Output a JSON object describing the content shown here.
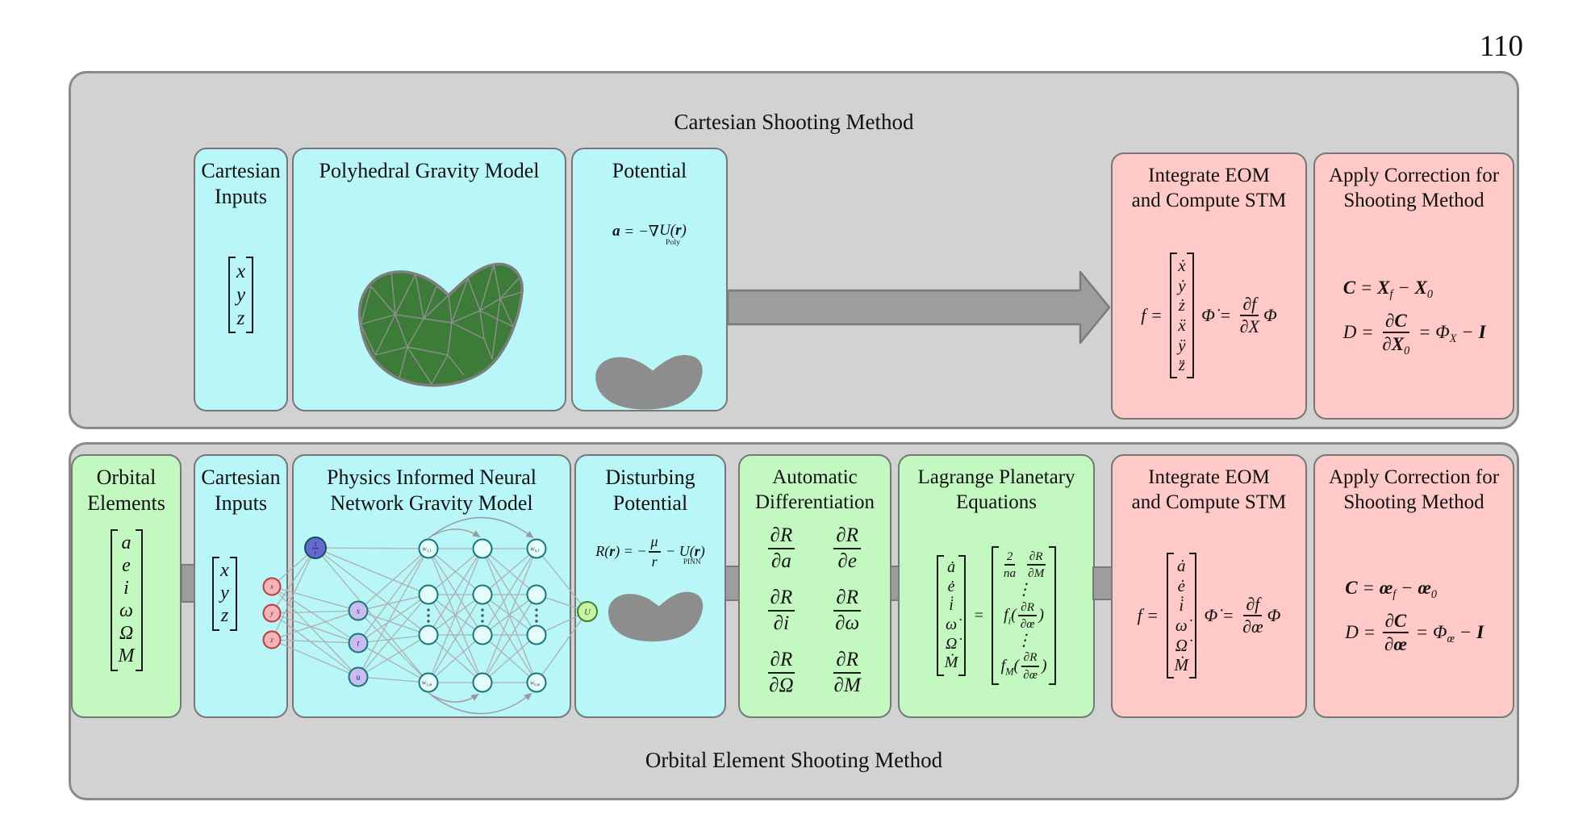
{
  "page": {
    "number": "110"
  },
  "colors": {
    "container_fill": "#d2d2d2",
    "container_border": "#8a8a8a",
    "cyan_box": "#b8f6f8",
    "green_box": "#c3f8c0",
    "pink_box": "#ffc9c7",
    "box_border": "#777777",
    "arrow_fill": "#9d9d9d",
    "arrow_border": "#7b7b7b",
    "asteroid_green": "#3c7c38",
    "asteroid_gray": "#8d8d8d",
    "nn_edge": "#b0b0b0"
  },
  "top": {
    "title": "Cartesian Shooting Method",
    "cartesian_inputs": {
      "title": "Cartesian\nInputs",
      "math": [
        {
          "vec": [
            [
              "x"
            ],
            [
              "y"
            ],
            [
              "z"
            ]
          ]
        }
      ]
    },
    "polyhedral": {
      "title": "Polyhedral Gravity Model",
      "graphic": "green-asteroid-polyhedron"
    },
    "potential": {
      "title": "Potential",
      "math": [
        {
          "b": "a"
        },
        " = −∇",
        {
          "under": [
            [
              "U(",
              {
                "b": "r"
              },
              ")"
            ],
            "Poly"
          ]
        }
      ],
      "graphic": "gray-asteroid-silhouette"
    },
    "integrate_eom": {
      "title": "Integrate EOM\nand Compute STM",
      "math": [
        "f = ",
        {
          "vec": [
            [
              "ẋ"
            ],
            [
              "ẏ"
            ],
            [
              "ż"
            ],
            [
              "ẍ"
            ],
            [
              "ÿ"
            ],
            [
              "z̈"
            ]
          ]
        },
        " ",
        {
          "nw": [
            "Φ̇ = ",
            {
              "frac": [
                [
                  "∂f"
                ],
                [
                  "∂X"
                ]
              ]
            },
            "Φ"
          ]
        }
      ]
    },
    "apply_correction": {
      "title": "Apply Correction for\nShooting Method",
      "math1": [
        {
          "b": "C"
        },
        " = ",
        {
          "sub": [
            [
              {
                "b": "X"
              }
            ],
            "f"
          ]
        },
        " − ",
        {
          "sub": [
            [
              {
                "b": "X"
              }
            ],
            "0"
          ]
        }
      ],
      "math2": [
        "D = ",
        {
          "frac": [
            [
              {
                "b": "∂C"
              }
            ],
            [
              {
                "sub": [
                  [
                    {
                      "b": "∂X"
                    }
                  ],
                  "0"
                ]
              }
            ]
          ]
        },
        " = ",
        {
          "sub": [
            [
              "Φ"
            ],
            "X"
          ]
        },
        " − ",
        {
          "bb": "I"
        }
      ]
    }
  },
  "bottom": {
    "title": "Orbital Element Shooting Method",
    "orbital_elements": {
      "title": "Orbital\nElements",
      "math": [
        {
          "vec": [
            [
              "a"
            ],
            [
              "e"
            ],
            [
              "i"
            ],
            [
              "ω"
            ],
            [
              "Ω"
            ],
            [
              "M"
            ]
          ]
        }
      ]
    },
    "cartesian_inputs": {
      "title": "Cartesian\nInputs",
      "math": [
        {
          "vec": [
            [
              "x"
            ],
            [
              "y"
            ],
            [
              "z"
            ]
          ]
        }
      ]
    },
    "pinn": {
      "title": "Physics Informed Neural\nNetwork Gravity Model",
      "nn": {
        "input_label_num": "1",
        "input_label_den": "r",
        "pin_labels": [
          "x",
          "y",
          "z"
        ],
        "feature_labels": [
          "s",
          "t",
          "u"
        ],
        "weight_labels": [
          {
            "base": "W",
            "sub": "1,1"
          },
          {
            "base": "W",
            "sub": "1,m"
          },
          {
            "base": "W",
            "sub": "n,1"
          },
          {
            "base": "W",
            "sub": "n,m"
          }
        ],
        "output_label": "U"
      }
    },
    "disturbing": {
      "title": "Disturbing\nPotential",
      "math": [
        "R(",
        {
          "b": "r"
        },
        ") = −",
        {
          "frac": [
            [
              "μ"
            ],
            [
              "r"
            ]
          ]
        },
        " − ",
        {
          "under": [
            [
              "U(",
              {
                "b": "r"
              },
              ")"
            ],
            "PINN"
          ]
        }
      ],
      "graphic": "gray-asteroid-silhouette"
    },
    "autodiff": {
      "title": "Automatic\nDifferentiation",
      "cells": [
        [
          {
            "frac": [
              [
                "∂R"
              ],
              [
                "∂a"
              ]
            ]
          }
        ],
        [
          {
            "frac": [
              [
                "∂R"
              ],
              [
                "∂e"
              ]
            ]
          }
        ],
        [
          {
            "frac": [
              [
                "∂R"
              ],
              [
                "∂i"
              ]
            ]
          }
        ],
        [
          {
            "frac": [
              [
                "∂R"
              ],
              [
                "∂ω"
              ]
            ]
          }
        ],
        [
          {
            "frac": [
              [
                "∂R"
              ],
              [
                "∂Ω"
              ]
            ]
          }
        ],
        [
          {
            "frac": [
              [
                "∂R"
              ],
              [
                "∂M"
              ]
            ]
          }
        ]
      ]
    },
    "lagrange": {
      "title": "Lagrange Planetary\nEquations",
      "math": [
        {
          "vec": [
            [
              "ȧ"
            ],
            [
              "ė"
            ],
            [
              "i̇"
            ],
            [
              "ω̇"
            ],
            [
              "Ω̇"
            ],
            [
              "Ṁ"
            ]
          ]
        },
        " = ",
        {
          "vec": [
            [
              {
                "frac": [
                  [
                    "2"
                  ],
                  [
                    "na"
                  ]
                ]
              },
              " ",
              {
                "frac": [
                  [
                    "∂R"
                  ],
                  [
                    "∂M"
                  ]
                ]
              }
            ],
            [
              "⋮"
            ],
            [
              {
                "sub": [
                  [
                    "f"
                  ],
                  "i"
                ]
              },
              "(",
              {
                "frac": [
                  [
                    "∂R"
                  ],
                  [
                    "∂œ"
                  ]
                ]
              },
              ")"
            ],
            [
              "⋮"
            ],
            [
              {
                "sub": [
                  [
                    "f"
                  ],
                  "M"
                ]
              },
              "(",
              {
                "frac": [
                  [
                    "∂R"
                  ],
                  [
                    "∂œ"
                  ]
                ]
              },
              ")"
            ]
          ]
        }
      ]
    },
    "integrate_eom": {
      "title": "Integrate EOM\nand Compute STM",
      "math": [
        "f = ",
        {
          "vec": [
            [
              "ȧ"
            ],
            [
              "ė"
            ],
            [
              "i̇"
            ],
            [
              "ω̇"
            ],
            [
              "Ω̇"
            ],
            [
              "Ṁ"
            ]
          ]
        },
        " ",
        {
          "nw": [
            "Φ̇ = ",
            {
              "frac": [
                [
                  "∂f"
                ],
                [
                  "∂œ"
                ]
              ]
            },
            "Φ"
          ]
        }
      ]
    },
    "apply_correction": {
      "title": "Apply Correction for\nShooting Method",
      "math1": [
        {
          "b": "C"
        },
        " = ",
        {
          "sub": [
            [
              {
                "b": "œ"
              }
            ],
            "f"
          ]
        },
        " − ",
        {
          "sub": [
            [
              {
                "b": "œ"
              }
            ],
            "0"
          ]
        }
      ],
      "math2": [
        "D = ",
        {
          "frac": [
            [
              {
                "b": "∂C"
              }
            ],
            [
              {
                "b": "∂œ"
              }
            ]
          ]
        },
        " = ",
        {
          "sub": [
            [
              "Φ"
            ],
            "œ"
          ]
        },
        " − ",
        {
          "bb": "I"
        }
      ]
    }
  }
}
